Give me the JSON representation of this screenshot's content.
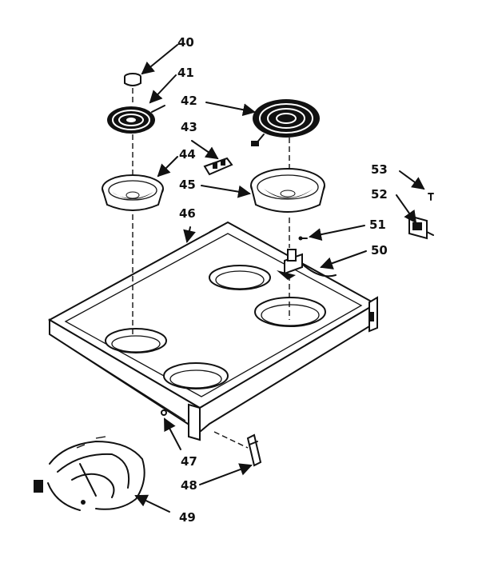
{
  "callouts": [
    "40",
    "41",
    "42",
    "43",
    "44",
    "45",
    "46",
    "47",
    "48",
    "49",
    "50",
    "51",
    "52",
    "53"
  ]
}
